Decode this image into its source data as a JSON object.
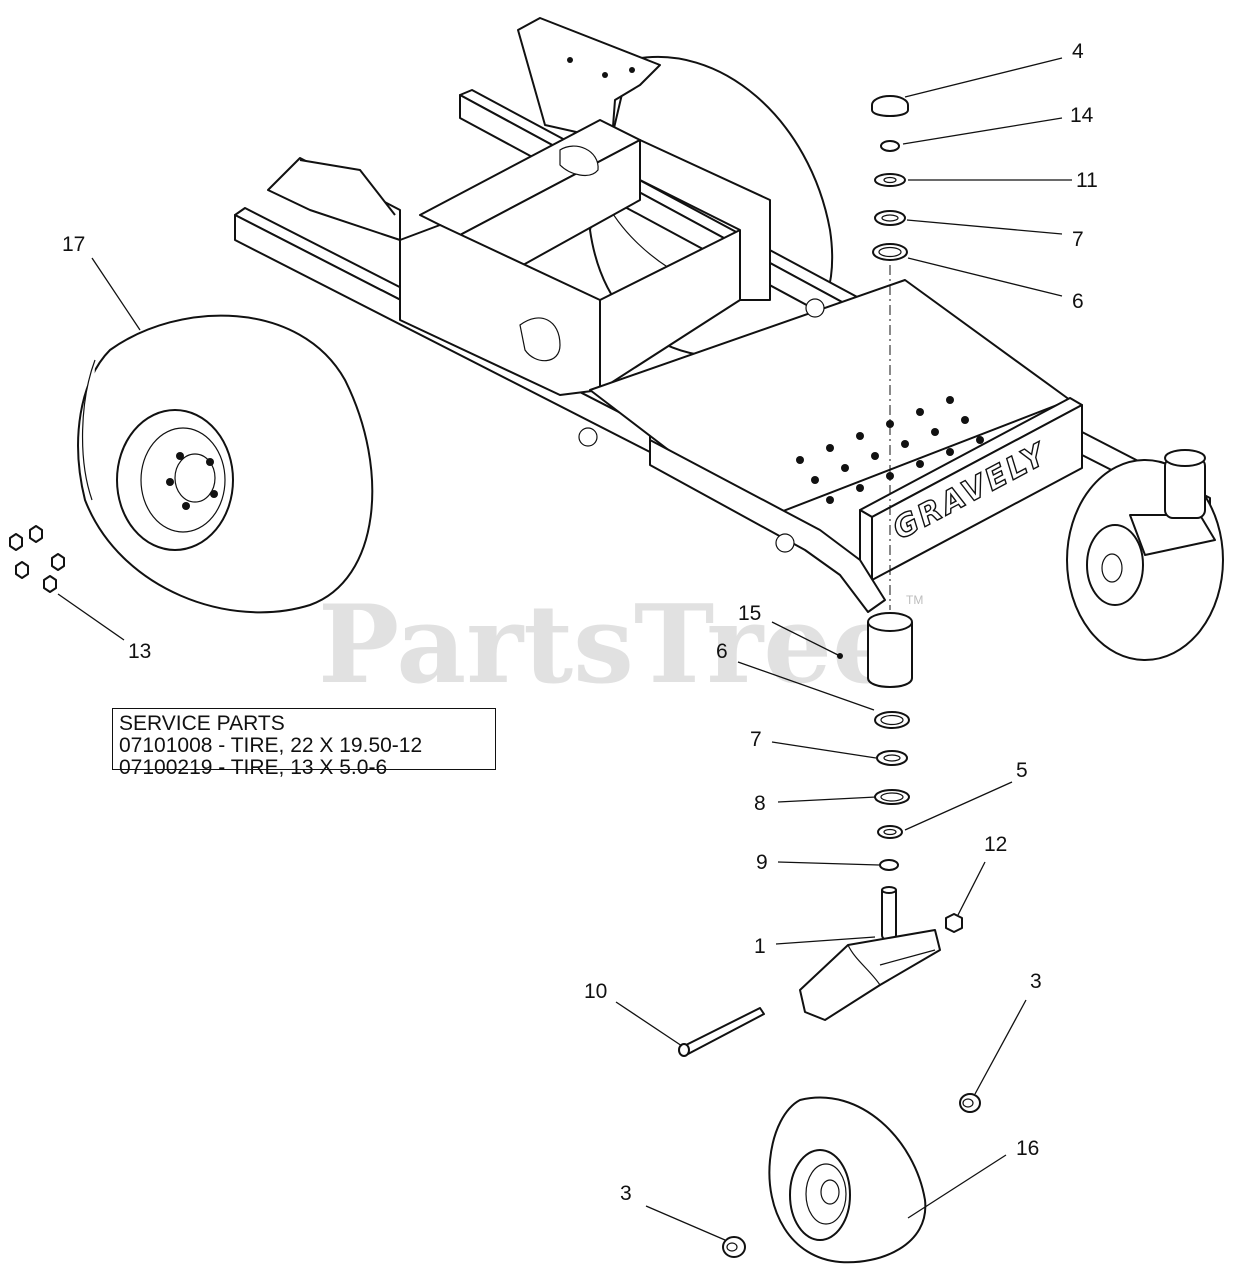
{
  "watermark": {
    "text": "PartsTree",
    "tm": "TM"
  },
  "brand_text": "GRAVELY",
  "service_parts": {
    "heading": "SERVICE PARTS",
    "lines": [
      "07101008 - TIRE, 22 X 19.50-12",
      "07100219 - TIRE, 13 X 5.0-6"
    ]
  },
  "callouts": [
    {
      "id": "c4",
      "label": "4"
    },
    {
      "id": "c14",
      "label": "14"
    },
    {
      "id": "c11",
      "label": "11"
    },
    {
      "id": "c7a",
      "label": "7"
    },
    {
      "id": "c6a",
      "label": "6"
    },
    {
      "id": "c17",
      "label": "17"
    },
    {
      "id": "c13",
      "label": "13"
    },
    {
      "id": "c15",
      "label": "15"
    },
    {
      "id": "c6b",
      "label": "6"
    },
    {
      "id": "c7b",
      "label": "7"
    },
    {
      "id": "c5",
      "label": "5"
    },
    {
      "id": "c8",
      "label": "8"
    },
    {
      "id": "c9",
      "label": "9"
    },
    {
      "id": "c12",
      "label": "12"
    },
    {
      "id": "c1",
      "label": "1"
    },
    {
      "id": "c10",
      "label": "10"
    },
    {
      "id": "c3a",
      "label": "3"
    },
    {
      "id": "c16",
      "label": "16"
    },
    {
      "id": "c3b",
      "label": "3"
    }
  ]
}
